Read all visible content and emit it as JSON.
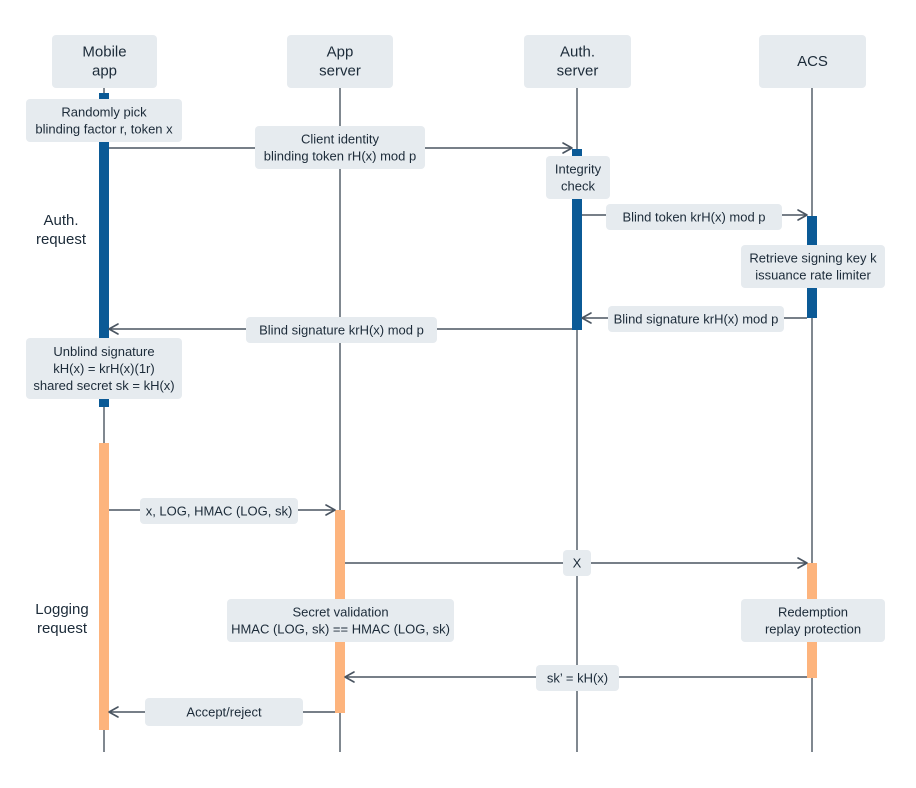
{
  "colors": {
    "background": "#ffffff",
    "box_fill": "#e6ebef",
    "text": "#1c2b39",
    "line": "#4a5561",
    "blue": "#0b5a96",
    "orange": "#fdb47d"
  },
  "actors": [
    {
      "key": "mobile",
      "lines": [
        "Mobile",
        "app"
      ]
    },
    {
      "key": "appserver",
      "lines": [
        "App",
        "server"
      ]
    },
    {
      "key": "authserver",
      "lines": [
        "Auth.",
        "server"
      ]
    },
    {
      "key": "acs",
      "lines": [
        "ACS"
      ]
    }
  ],
  "phases": [
    {
      "key": "auth",
      "lines": [
        "Auth.",
        "request"
      ]
    },
    {
      "key": "logging",
      "lines": [
        "Logging",
        "request"
      ]
    }
  ],
  "notes": [
    {
      "key": "randomly-pick",
      "lines": [
        "Randomly pick",
        "blinding factor r, token x"
      ]
    },
    {
      "key": "integrity-check",
      "lines": [
        "Integrity",
        "check"
      ]
    },
    {
      "key": "retrieve-signing-key",
      "lines": [
        "Retrieve signing key k",
        "issuance rate limiter"
      ]
    },
    {
      "key": "unblind-signature",
      "lines": [
        "Unblind signature",
        "kH(x) = krH(x)(1r)",
        "shared secret sk = kH(x)"
      ]
    },
    {
      "key": "secret-validation",
      "lines": [
        "Secret validation",
        "HMAC (LOG, sk) == HMAC (LOG, sk)"
      ]
    },
    {
      "key": "redemption",
      "lines": [
        "Redemption",
        "replay protection"
      ]
    }
  ],
  "messages": [
    {
      "key": "client-identity",
      "lines": [
        "Client identity",
        "blinding token rH(x) mod p"
      ]
    },
    {
      "key": "blind-token",
      "lines": [
        "Blind token krH(x) mod p"
      ]
    },
    {
      "key": "blind-signature-acs",
      "lines": [
        "Blind signature krH(x) mod p"
      ]
    },
    {
      "key": "blind-signature-auth",
      "lines": [
        "Blind signature krH(x) mod p"
      ]
    },
    {
      "key": "log-hmac",
      "lines": [
        "x, LOG, HMAC (LOG, sk)"
      ]
    },
    {
      "key": "x-to-acs",
      "lines": [
        "X"
      ]
    },
    {
      "key": "sk-prime",
      "lines": [
        "sk’ = kH(x)"
      ]
    },
    {
      "key": "accept-reject",
      "lines": [
        "Accept/reject"
      ]
    }
  ]
}
